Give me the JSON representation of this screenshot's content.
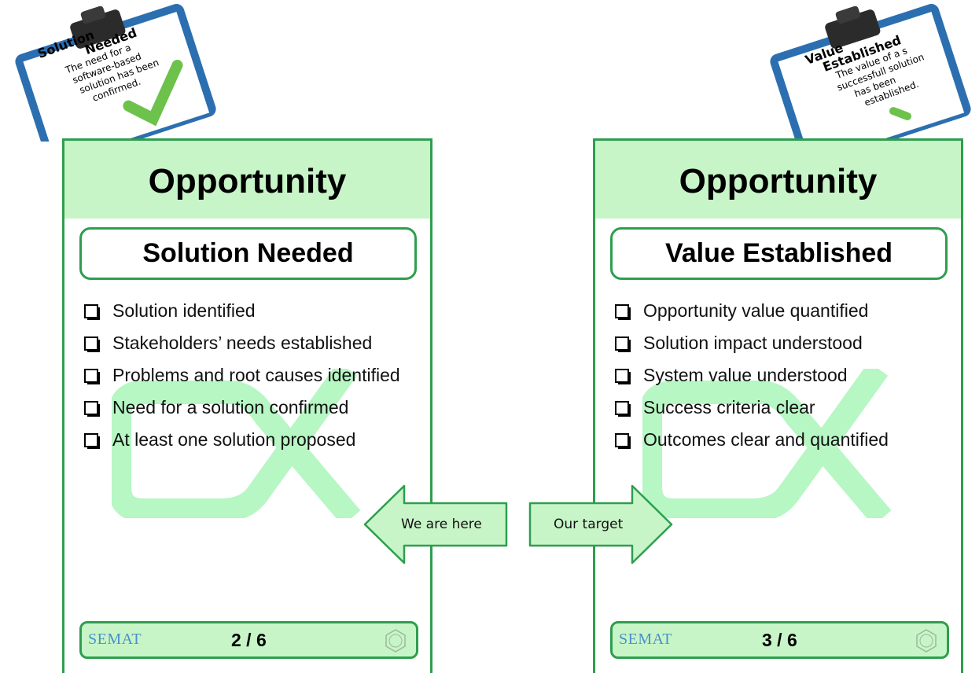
{
  "left_card": {
    "header": "Opportunity",
    "state": "Solution Needed",
    "checklist": [
      "Solution identified",
      "Stakeholders’ needs established",
      "Problems and root causes identified",
      "Need for a solution confirmed",
      "At least one solution proposed"
    ],
    "footer_logo": "SEMAT",
    "footer_page": "2 / 6"
  },
  "right_card": {
    "header": "Opportunity",
    "state": "Value Established",
    "checklist": [
      "Opportunity value quantified",
      "Solution impact understood",
      "System value understood",
      "Success criteria clear",
      "Outcomes clear and quantified"
    ],
    "footer_logo": "SEMAT",
    "footer_page": "3 / 6"
  },
  "arrows": {
    "left_label": "We are here",
    "right_label": "Our target"
  },
  "clipboards": {
    "left": {
      "title_line1": "Solution",
      "title_line2": "Needed",
      "body_lines": [
        "The need for a",
        "software-based",
        "solution has been",
        "confirmed."
      ]
    },
    "right": {
      "title_line1": "Value",
      "title_line2": "Established",
      "body_lines": [
        "The value of a s",
        "successfull solution",
        "has been",
        "established."
      ]
    }
  },
  "colors": {
    "card_border": "#2e9e4e",
    "header_fill": "#c8f5c8",
    "alpha_watermark": "#b6f7c4",
    "arrow_fill": "#c8f5c8",
    "clipboard_board": "#2c6fb0",
    "semat_logo": "#4a90c8"
  }
}
